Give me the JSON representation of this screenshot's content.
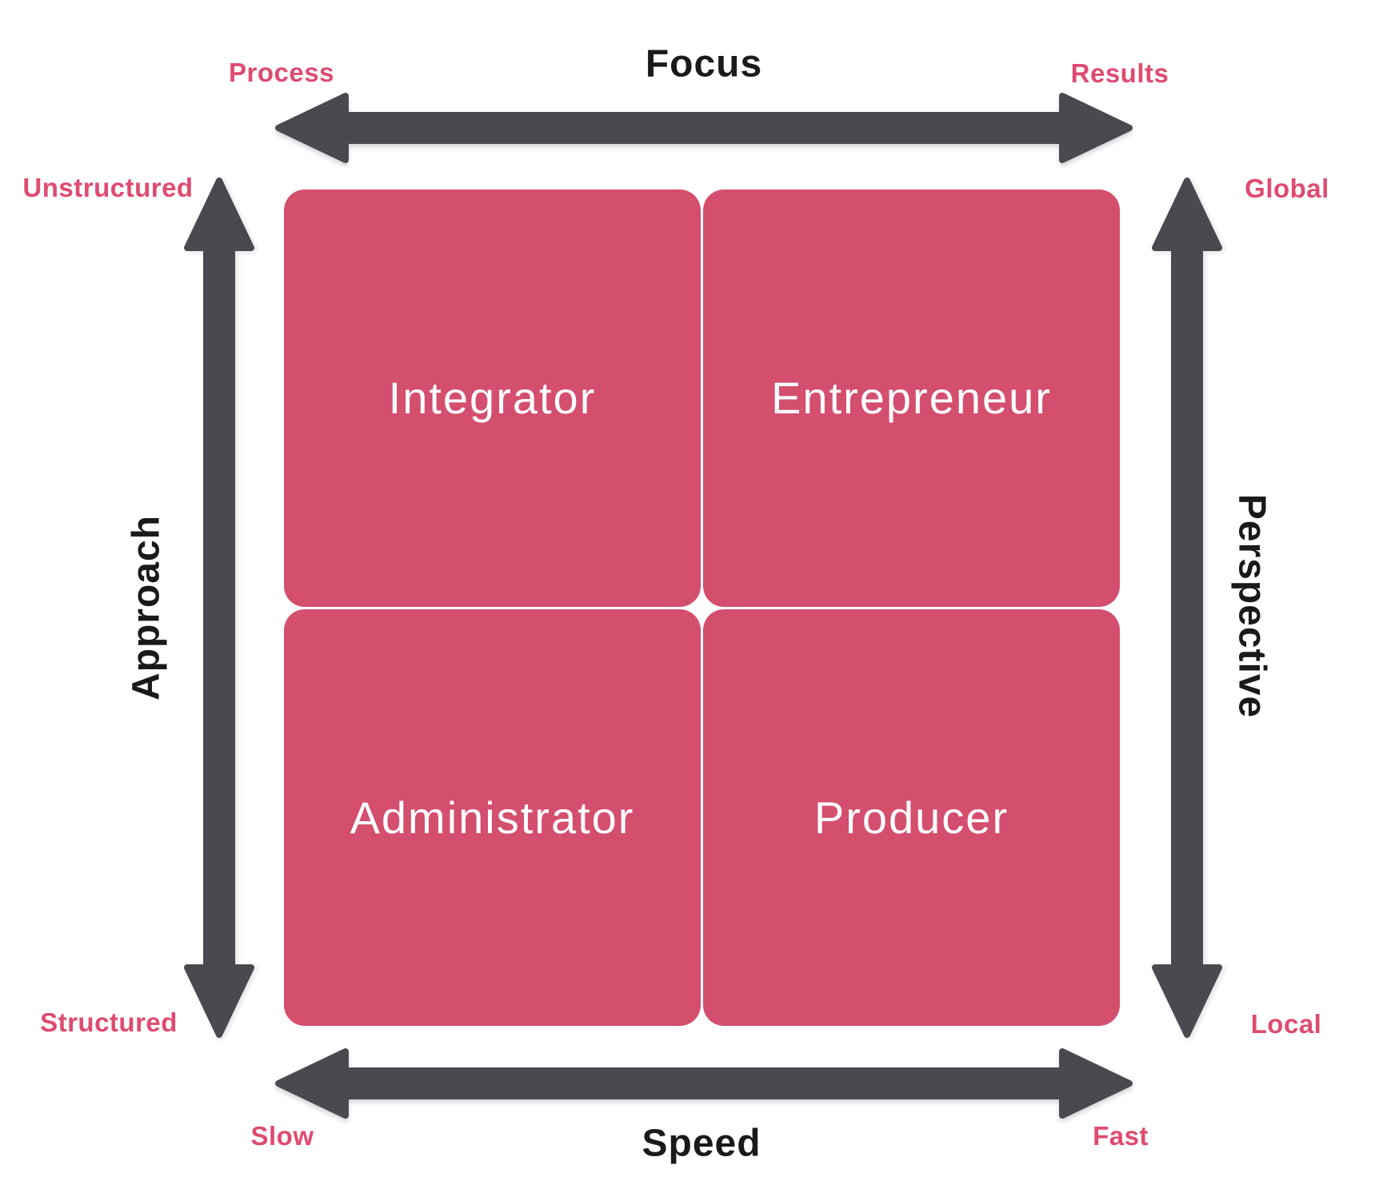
{
  "diagram": {
    "quadrants": {
      "top_left": "Integrator",
      "top_right": "Entrepreneur",
      "bottom_left": "Administrator",
      "bottom_right": "Producer"
    },
    "axes": {
      "top": {
        "title": "Focus",
        "left_label": "Process",
        "right_label": "Results"
      },
      "bottom": {
        "title": "Speed",
        "left_label": "Slow",
        "right_label": "Fast"
      },
      "left": {
        "title": "Approach",
        "top_label": "Unstructured",
        "bottom_label": "Structured"
      },
      "right": {
        "title": "Perspective",
        "top_label": "Global",
        "bottom_label": "Local"
      }
    },
    "colors": {
      "quadrant_fill": "#D44E6E",
      "quadrant_text": "#FFFFFF",
      "pink_label": "#DF4B70",
      "axis_title": "#1A1A1A",
      "arrow": "#494950",
      "background": "#FFFFFF"
    }
  }
}
